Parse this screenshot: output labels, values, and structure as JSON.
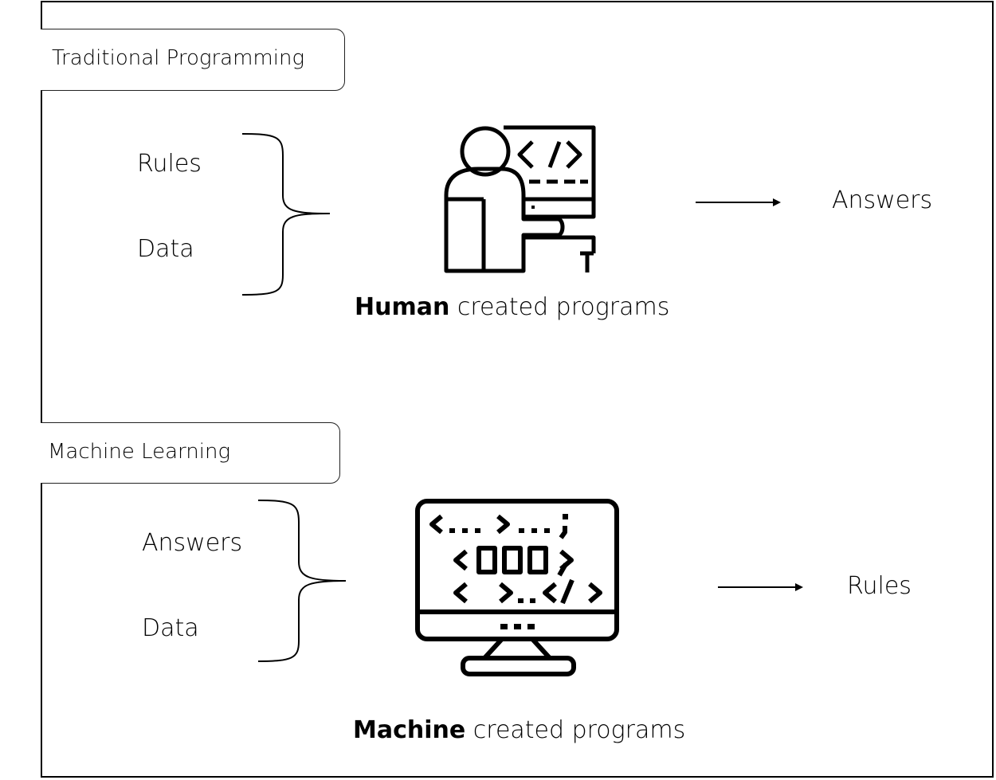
{
  "traditional": {
    "title": "Traditional Programming",
    "inputs": [
      "Rules",
      "Data"
    ],
    "caption_bold": "Human",
    "caption_rest": " created programs",
    "output": "Answers",
    "icon": "programmer-at-computer-icon"
  },
  "ml": {
    "title": "Machine Learning",
    "inputs": [
      "Answers",
      "Data"
    ],
    "caption_bold": "Machine",
    "caption_rest": " created programs",
    "output": "Rules",
    "icon": "computer-monitor-code-icon"
  }
}
